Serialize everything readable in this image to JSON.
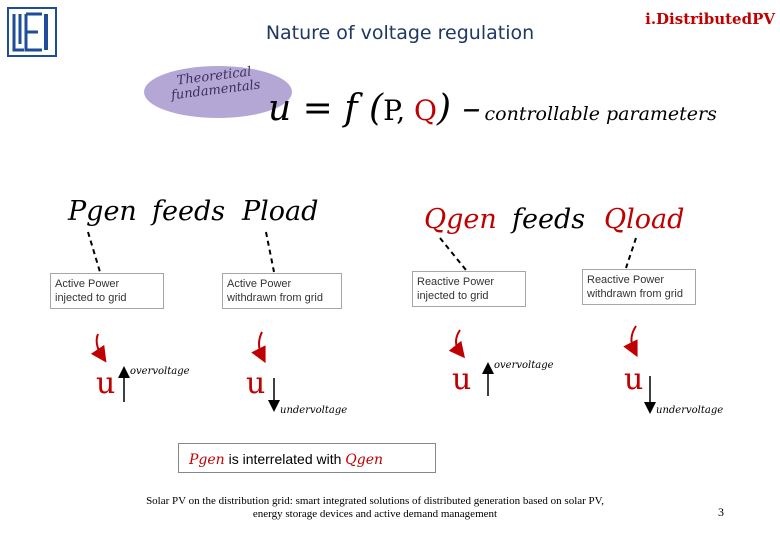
{
  "header": {
    "title": "Nature of voltage regulation",
    "brand": "i.DistributedPV"
  },
  "bubble": {
    "text_line1": "Theoretical",
    "text_line2": "fundamentals"
  },
  "formula": {
    "u": "u",
    "eq": " = f (",
    "p": "P",
    "comma": ", ",
    "q": "Q",
    "close": ")",
    "dash": " –",
    "controllable": "controllable  parameters"
  },
  "groups": [
    {
      "head": "Pgen",
      "box": "Active Power injected to grid",
      "u": "u",
      "effect": "overvoltage"
    },
    {
      "head": "Pload",
      "box": "Active Power withdrawn from grid",
      "u": "u",
      "effect": "undervoltage"
    },
    {
      "head": "Qgen",
      "box": "Reactive Power injected to grid",
      "u": "u",
      "effect": "overvoltage"
    },
    {
      "head": "Qload",
      "box": "Reactive Power withdrawn from grid",
      "u": "u",
      "effect": "undervoltage"
    }
  ],
  "feeds": [
    "feeds",
    "feeds"
  ],
  "note": {
    "pgen": "Pgen",
    "mid": " is interrelated with ",
    "qgen": "Qgen"
  },
  "footer": {
    "line1": "Solar PV on the distribution grid: smart integrated solutions of distributed generation based on solar PV,",
    "line2": "energy storage devices and active demand management"
  },
  "page_number": "3",
  "colors": {
    "accent_red": "#c00000",
    "title_blue": "#1f3864",
    "bubble": "#b4a7d6"
  }
}
